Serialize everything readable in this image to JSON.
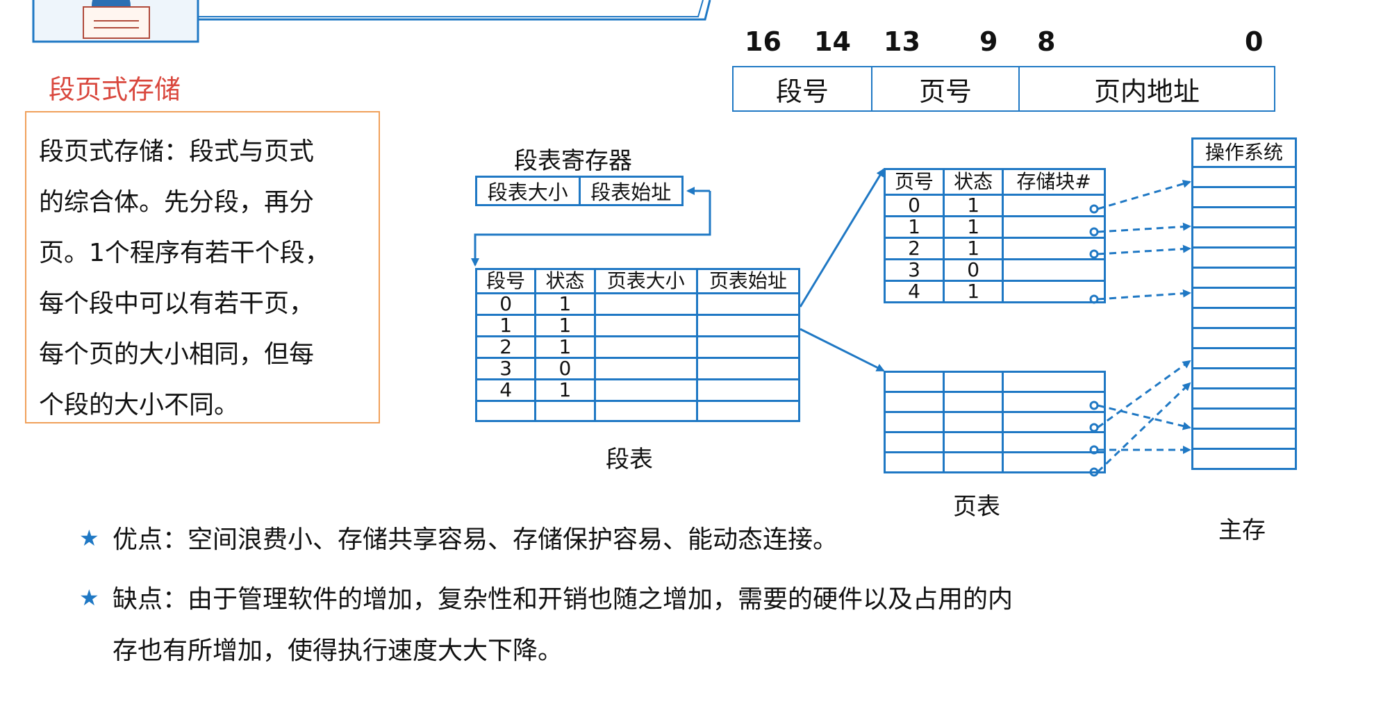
{
  "title": "段页式存储",
  "description_lines": [
    "段页式存储：段式与页式",
    "的综合体。先分段，再分",
    "页。1个程序有若干个段，",
    "每个段中可以有若干页，",
    "每个页的大小相同，但每",
    "个段的大小不同。"
  ],
  "address_format": {
    "bits": [
      "16",
      "14",
      "13",
      "9",
      "8",
      "0"
    ],
    "fields": [
      "段号",
      "页号",
      "页内地址"
    ]
  },
  "segment_register": {
    "title": "段表寄存器",
    "fields": [
      "段表大小",
      "段表始址"
    ]
  },
  "segment_table": {
    "caption": "段表",
    "headers": [
      "段号",
      "状态",
      "页表大小",
      "页表始址"
    ],
    "rows": [
      [
        "0",
        "1",
        "",
        ""
      ],
      [
        "1",
        "1",
        "",
        ""
      ],
      [
        "2",
        "1",
        "",
        ""
      ],
      [
        "3",
        "0",
        "",
        ""
      ],
      [
        "4",
        "1",
        "",
        ""
      ],
      [
        "",
        "",
        "",
        ""
      ]
    ]
  },
  "page_table_1": {
    "headers": [
      "页号",
      "状态",
      "存储块#"
    ],
    "rows": [
      [
        "0",
        "1",
        ""
      ],
      [
        "1",
        "1",
        ""
      ],
      [
        "2",
        "1",
        ""
      ],
      [
        "3",
        "0",
        ""
      ],
      [
        "4",
        "1",
        ""
      ]
    ]
  },
  "page_table_2": {
    "caption": "页表"
  },
  "main_memory": {
    "header": "操作系统",
    "caption": "主存"
  },
  "bullets": [
    {
      "icon": "star-icon",
      "symbol": "★",
      "lines": [
        "优点：空间浪费小、存储共享容易、存储保护容易、能动态连接。"
      ]
    },
    {
      "icon": "star-icon",
      "symbol": "★",
      "lines": [
        "缺点：由于管理软件的增加，复杂性和开销也随之增加，需要的硬件以及占用的内",
        "存也有所增加，使得执行速度大大下降。"
      ]
    }
  ],
  "colors": {
    "diagram_blue": "#1f78c4",
    "title_red": "#d9473d",
    "box_orange": "#f0a05a"
  }
}
